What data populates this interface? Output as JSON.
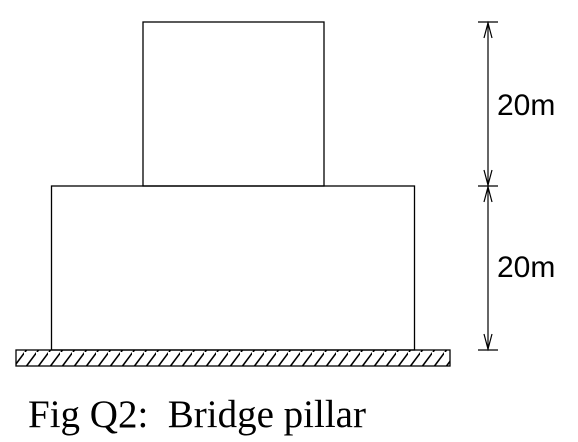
{
  "diagram": {
    "upper_height_label": "20m",
    "lower_height_label": "20m",
    "caption": "Fig Q2:  Bridge pillar"
  }
}
